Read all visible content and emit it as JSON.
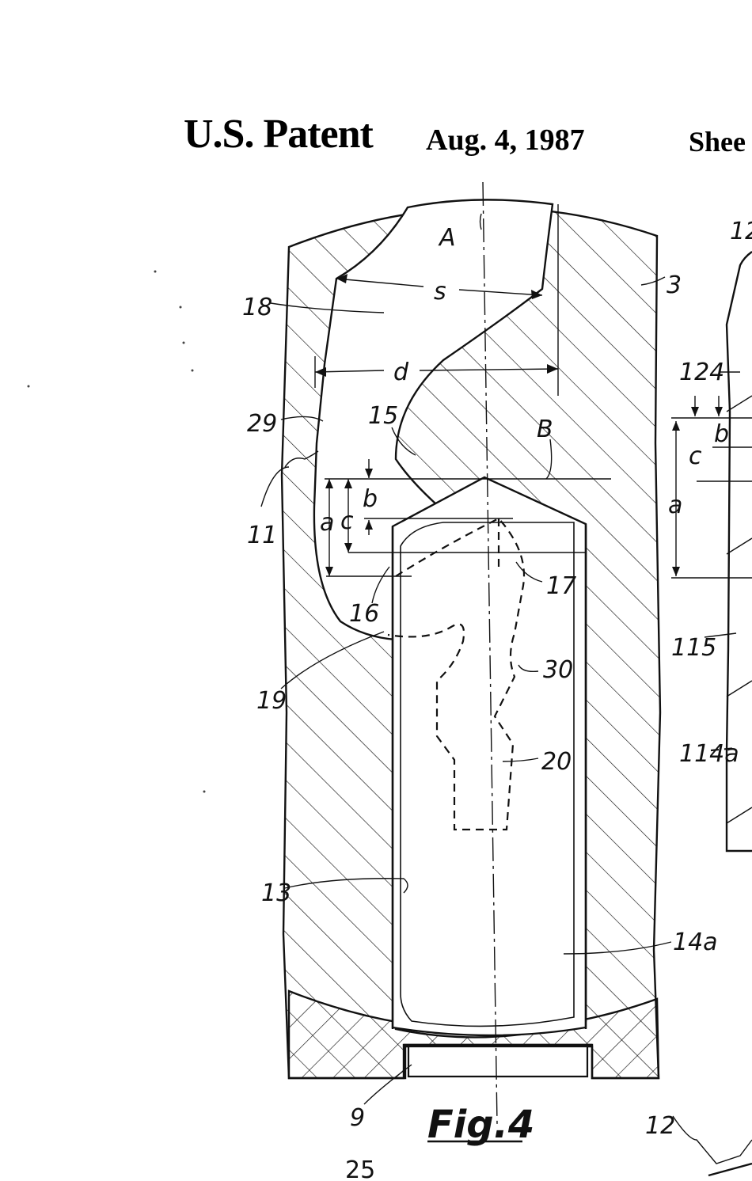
{
  "header": {
    "title": "U.S. Patent",
    "date": "Aug. 4, 1987",
    "sheet": "Shee"
  },
  "figure": {
    "caption": "Fig.4",
    "page_number": "25",
    "dimension_labels": {
      "s": "s",
      "d": "d",
      "a": "a",
      "b": "b",
      "c": "c",
      "A": "A",
      "B": "B"
    },
    "reference_numerals": {
      "r3": "3",
      "r18": "18",
      "r29": "29",
      "r15": "15",
      "r11": "11",
      "r16": "16",
      "r17": "17",
      "r19": "19",
      "r30": "30",
      "r20": "20",
      "r13": "13",
      "r14a": "14a",
      "r9": "9"
    },
    "adjacent_figure_labels": {
      "r12_top": "12",
      "r124": "124",
      "b": "b",
      "c": "c",
      "a": "a",
      "r115": "115",
      "r114a": "114a",
      "r12_bottom": "12"
    }
  }
}
